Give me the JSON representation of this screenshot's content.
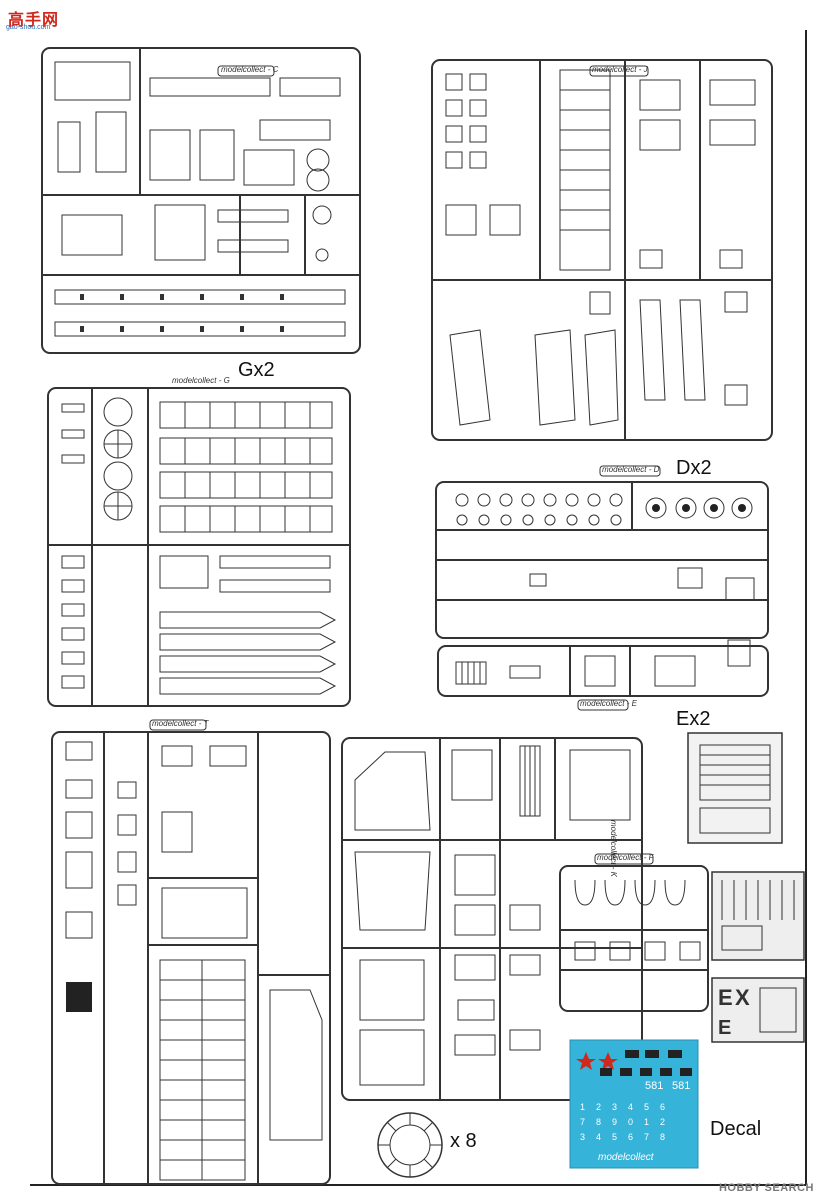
{
  "site_logo": {
    "main": "高手网",
    "sub": "gao-shou.com"
  },
  "sprues": [
    {
      "id": "G",
      "label": "Gx2",
      "brand": "modelcollect - G"
    },
    {
      "id": "D",
      "label": "Dx2",
      "brand": "modelcollect - D"
    },
    {
      "id": "E",
      "label": "Ex2",
      "brand": "modelcollect - E"
    },
    {
      "id": "C",
      "brand": "modelcollect - C"
    },
    {
      "id": "J",
      "brand": "modelcollect - J"
    },
    {
      "id": "T",
      "brand": "modelcollect - T"
    },
    {
      "id": "K",
      "brand": "modelcollect - K"
    },
    {
      "id": "F",
      "brand": "modelcollect - F"
    }
  ],
  "wheel_multiplier": "x 8",
  "decal": {
    "label": "Decal",
    "brand": "modelcollect",
    "numbers": [
      "581",
      "581"
    ]
  },
  "watermark": "HOBBY SEARCH",
  "colors": {
    "decal_bg": "#35b3d8",
    "decal_red": "#d0281c",
    "logo_red": "#d0281c",
    "logo_blue": "#2a6ebd"
  }
}
